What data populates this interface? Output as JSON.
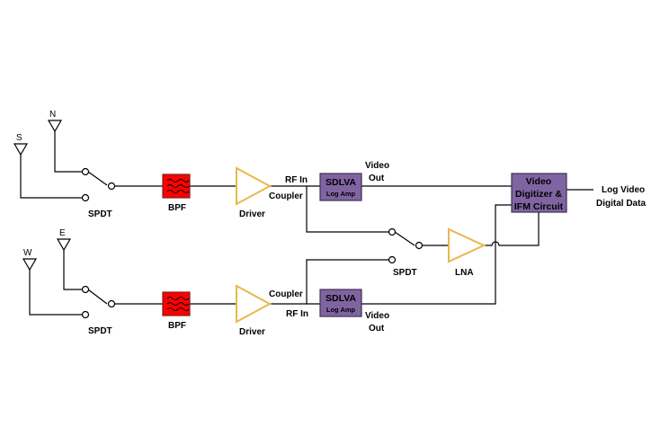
{
  "antennas": {
    "north": "N",
    "south": "S",
    "east": "E",
    "west": "W"
  },
  "switches": {
    "top_spdt": "SPDT",
    "bottom_spdt": "SPDT",
    "lna_spdt": "SPDT"
  },
  "filters": {
    "top": "BPF",
    "bottom": "BPF"
  },
  "drivers": {
    "top": "Driver",
    "bottom": "Driver"
  },
  "ports": {
    "top_rf_in": "RF In",
    "top_coupler": "Coupler",
    "bottom_coupler": "Coupler",
    "bottom_rf_in": "RF In"
  },
  "sdlva": {
    "top_title": "SDLVA",
    "top_sub": "Log Amp",
    "bottom_title": "SDLVA",
    "bottom_sub": "Log Amp"
  },
  "video_out": {
    "top_line1": "Video",
    "top_line2": "Out",
    "bottom_line1": "Video",
    "bottom_line2": "Out"
  },
  "lna": "LNA",
  "digitizer": {
    "line1": "Video",
    "line2": "Digitizer &",
    "line3": "IFM Circuit"
  },
  "output": {
    "line1": "Log Video",
    "line2": "Digital Data"
  },
  "colors": {
    "amplifier": "#e8b84a",
    "box_fill": "#8064a2",
    "box_stroke": "#3f3151",
    "filter_fill": "#ff0000",
    "filter_stroke": "#7f1f1f"
  }
}
